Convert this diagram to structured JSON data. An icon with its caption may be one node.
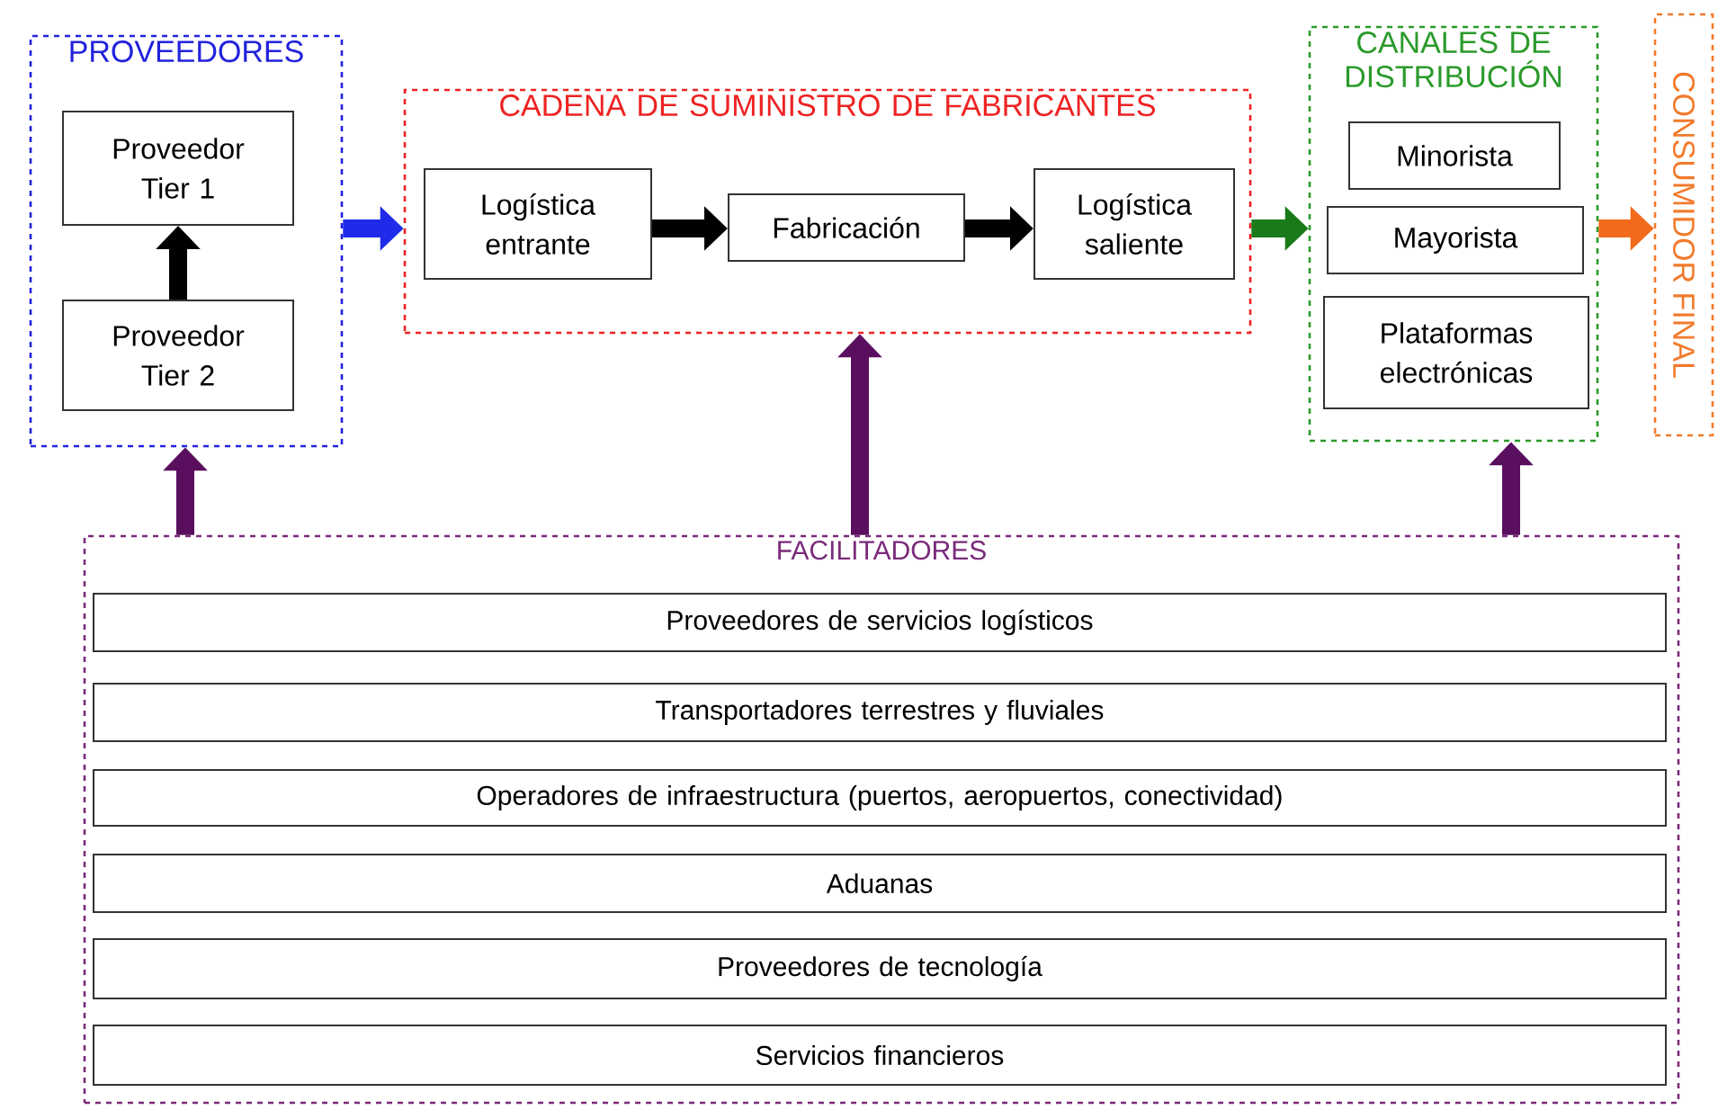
{
  "diagram": {
    "nodes": [
      {
        "text": [
          "PROVEEDORES"
        ]
      },
      {
        "text": [
          "Proveedor Tier 1"
        ],
        "in": 0
      },
      {
        "text": [
          "Proveedor Tier 2"
        ],
        "in": 0
      },
      {
        "text": [
          "CADENA DE SUMINISTRO DE FABRICANTES"
        ]
      },
      {
        "text": [
          "Logística entrante"
        ],
        "in": 3
      },
      {
        "text": [
          "Fabricación"
        ],
        "in": 3
      },
      {
        "text": [
          "Logística saliente"
        ],
        "in": 3
      },
      {
        "text": [
          "CANALES DE DISTRIBUCIÓN"
        ]
      },
      {
        "text": [
          "Minorista"
        ],
        "in": 7
      },
      {
        "text": [
          "Mayorista"
        ],
        "in": 7
      },
      {
        "text": [
          "Plataformas electrónicas"
        ],
        "in": 7
      },
      {
        "text": [
          "CONSUMIDOR FINAL"
        ]
      },
      {
        "text": [
          "FACILITADORES"
        ]
      },
      {
        "text": [
          "Proveedores de servicios logísticos"
        ],
        "in": 12
      },
      {
        "text": [
          "Transportadores terrestres y fluviales"
        ],
        "in": 12
      },
      {
        "text": [
          "Operadores de infraestructura (puertos, aeropuertos, conectividad)"
        ],
        "in": 12
      },
      {
        "text": [
          "Aduanas"
        ],
        "in": 12
      },
      {
        "text": [
          "Proveedores de tecnología"
        ],
        "in": 12
      },
      {
        "text": [
          "Servicios financieros"
        ],
        "in": 12
      }
    ],
    "edges": [
      {
        "from": 2,
        "to": 1,
        "arrow": "to",
        "color": "#000000"
      },
      {
        "from": 0,
        "to": 3,
        "arrow": "to",
        "color": "#1f2be8"
      },
      {
        "from": 4,
        "to": 5,
        "arrow": "to",
        "color": "#000000"
      },
      {
        "from": 5,
        "to": 6,
        "arrow": "to",
        "color": "#000000"
      },
      {
        "from": 3,
        "to": 7,
        "arrow": "to",
        "color": "#1a7a1a"
      },
      {
        "from": 7,
        "to": 11,
        "arrow": "to",
        "color": "#f26a1b"
      },
      {
        "from": 12,
        "to": 0,
        "arrow": "to",
        "color": "#5a0f5e"
      },
      {
        "from": 12,
        "to": 3,
        "arrow": "to",
        "color": "#5a0f5e"
      },
      {
        "from": 12,
        "to": 7,
        "arrow": "to",
        "color": "#5a0f5e"
      }
    ]
  }
}
